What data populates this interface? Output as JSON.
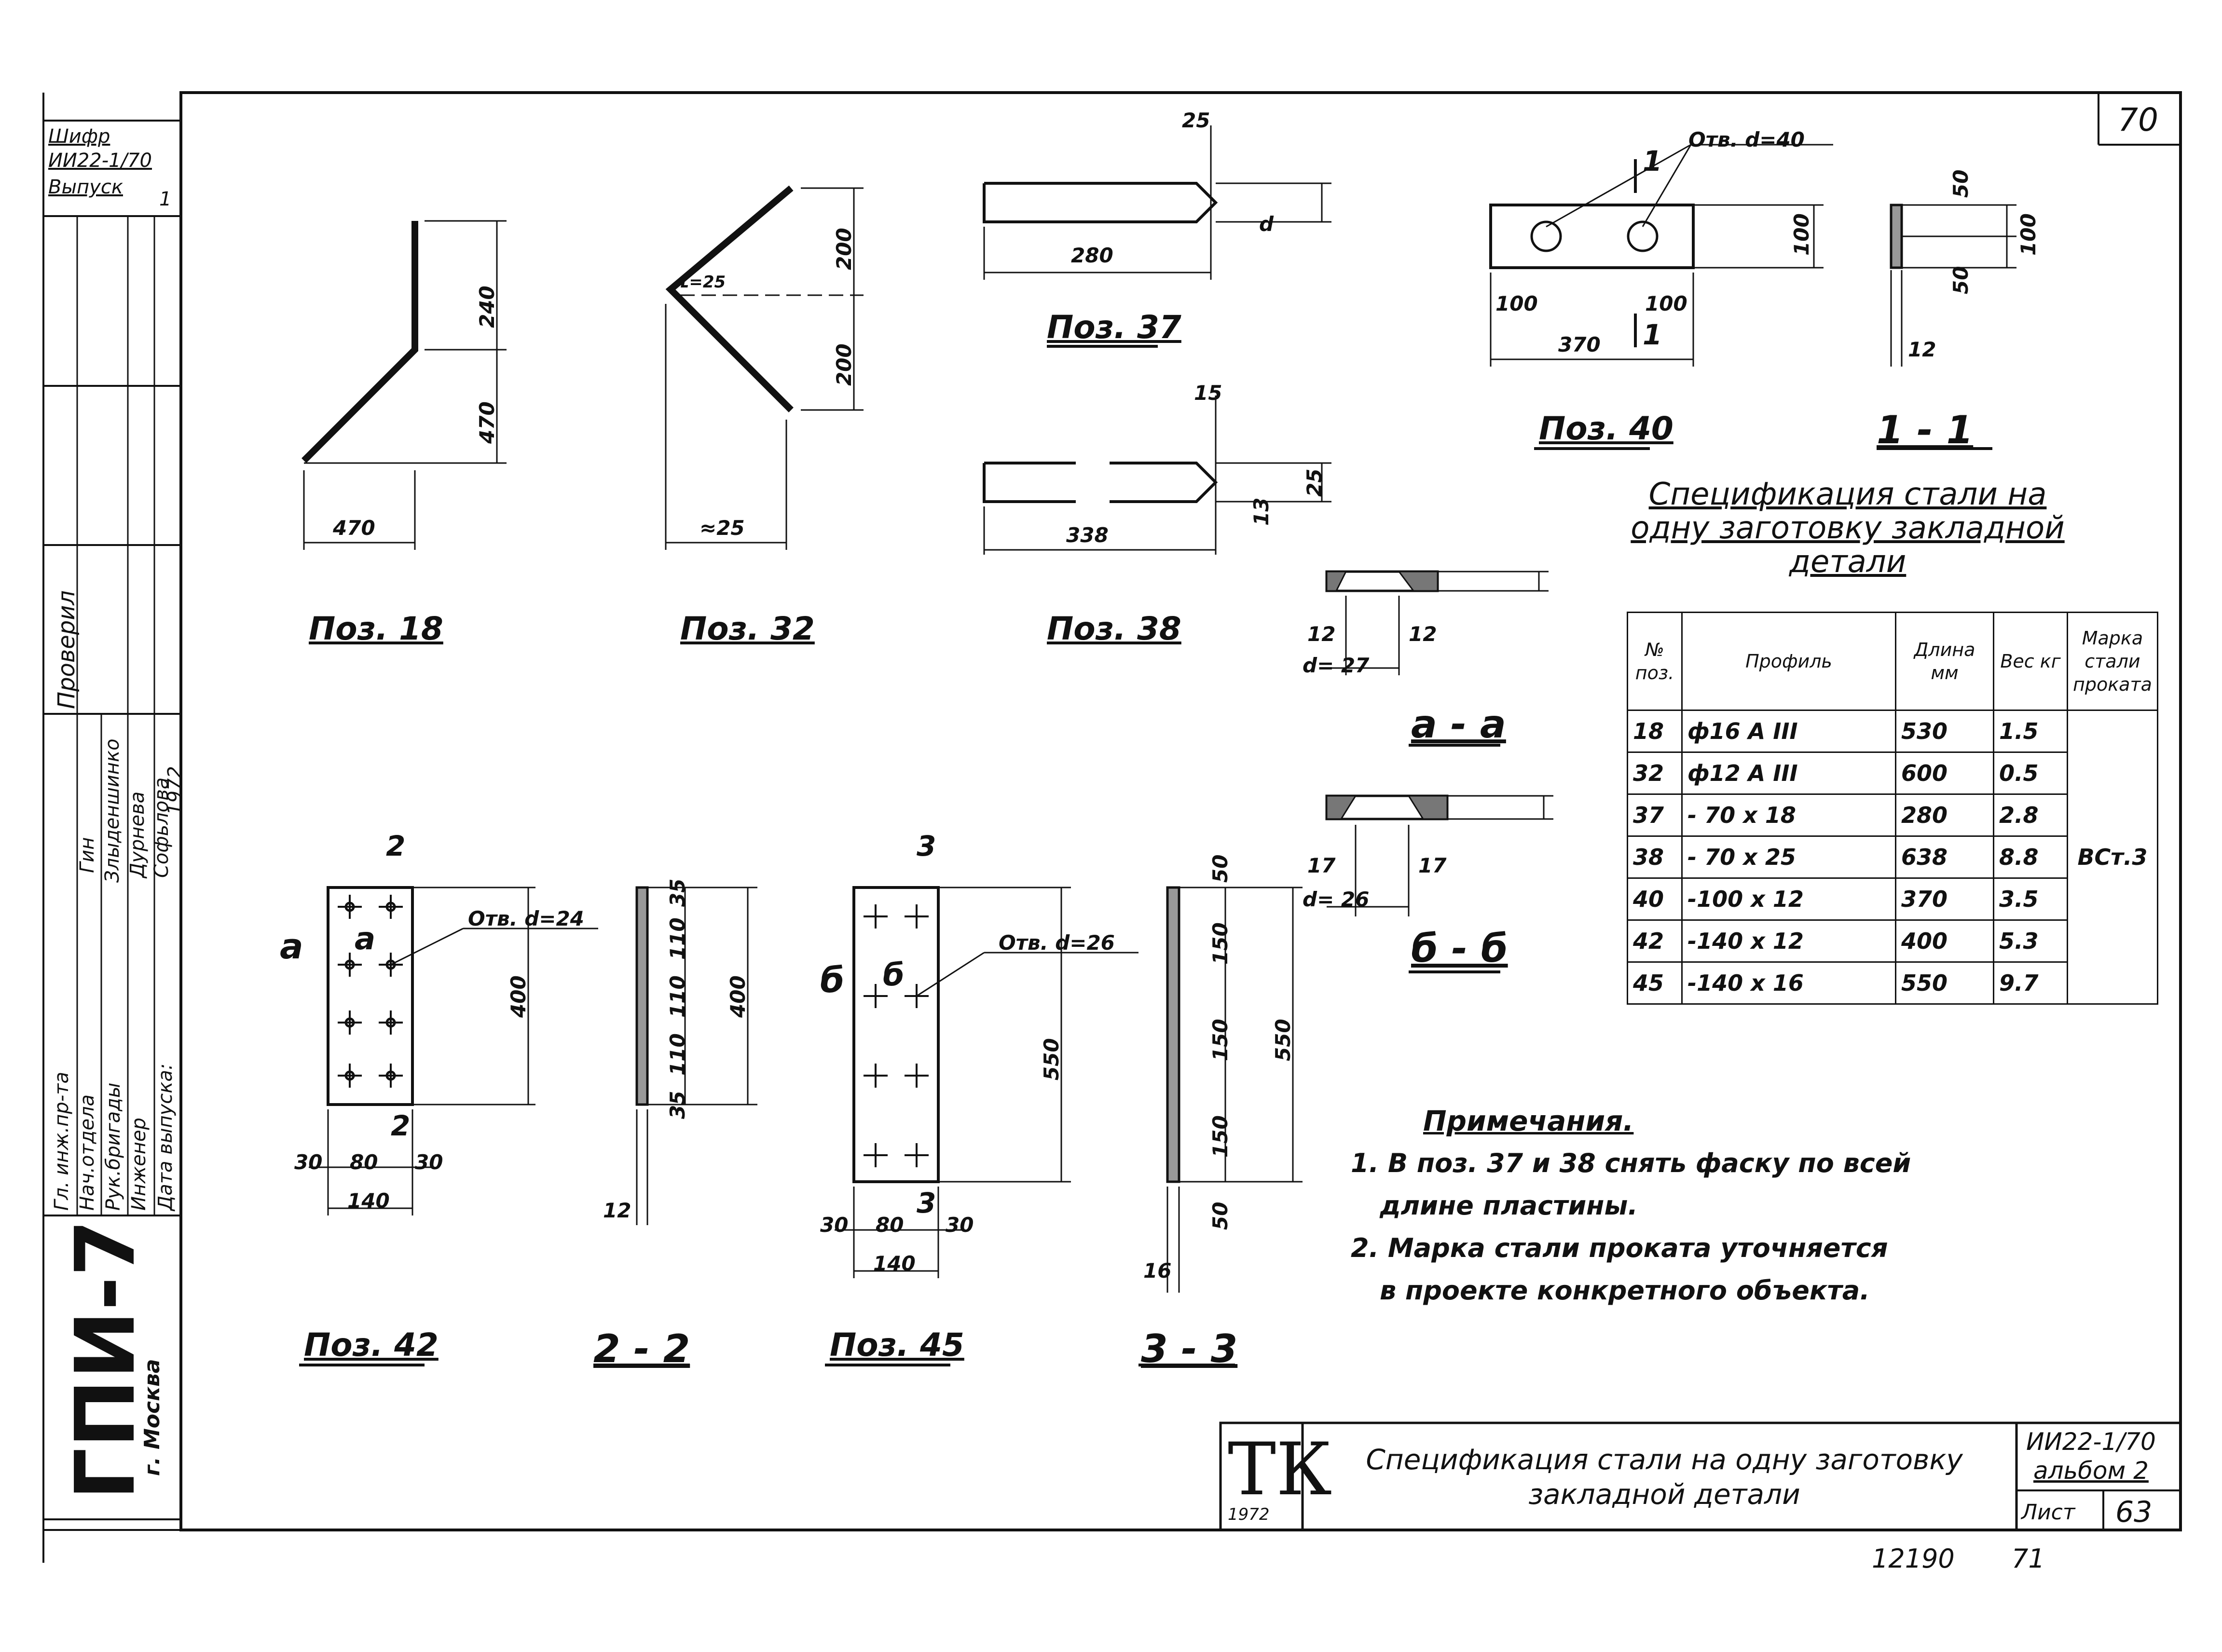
{
  "sheet": {
    "corner_number": "70",
    "footer_left": "12190",
    "footer_right": "71"
  },
  "side_stamp": {
    "cipher_label": "Шифр",
    "cipher": "ИИ22-1/70",
    "issue_label": "Выпуск",
    "issue_no": "1",
    "checked_label": "Проверил",
    "chief_engineer": "Гл. инж.пр-та",
    "dept_head": "Нач.отдела",
    "brigade_head": "Рук.бригады",
    "engineer": "Инженер",
    "release_date": "Дата выпуска:",
    "name_gin": "Гин",
    "name_1": "Злыденшинко",
    "name_2": "Дурнева",
    "name_3": "Софьлова",
    "year": "1972",
    "org": "ГПИ-7",
    "city": "г. Москва"
  },
  "positions": [
    {
      "label": "Поз. 18"
    },
    {
      "label": "Поз. 32"
    },
    {
      "label": "Поз. 37"
    },
    {
      "label": "Поз. 38"
    },
    {
      "label": "Поз. 40"
    },
    {
      "label": "Поз. 42"
    },
    {
      "label": "Поз. 45"
    }
  ],
  "sections": {
    "s11": "1 - 1",
    "sad": "а - а",
    "sbb": "б - б",
    "s22": "2 - 2",
    "s33": "3 - 3"
  },
  "dims": {
    "p18_top": "240",
    "p18_bot": "470",
    "p18_w": "470",
    "p32_top": "200",
    "p32_bot": "200",
    "p32_w": "≈25",
    "p32_ang": "ʟ=25",
    "p37_w": "280",
    "p37_t": "25",
    "p37_h": "d",
    "p38_w": "338",
    "p38_t": "15",
    "p38_h": "25",
    "p38_h2": "13",
    "p40_hole": "Отв. d=40",
    "p40_100a": "100",
    "p40_100b": "100",
    "p40_w": "370",
    "p40_h": "100",
    "p40_cut": "1",
    "s11_50a": "50",
    "s11_50b": "50",
    "s11_100": "100",
    "s11_12": "12",
    "sad_12a": "12",
    "sad_12b": "12",
    "sad_d": "d= 27",
    "sbb_17a": "17",
    "sbb_17b": "17",
    "sbb_d": "d= 26",
    "p42_hole": "Отв. d=24",
    "p42_30a": "30",
    "p42_80": "80",
    "p42_30b": "30",
    "p42_140": "140",
    "p42_400": "400",
    "p42_cut": "2",
    "p42_a": "а",
    "s22_35a": "35",
    "s22_110a": "110",
    "s22_110b": "110",
    "s22_110c": "110",
    "s22_35b": "35",
    "s22_400": "400",
    "s22_12": "12",
    "p45_hole": "Отв. d=26",
    "p45_30a": "30",
    "p45_80": "80",
    "p45_30b": "30",
    "p45_140": "140",
    "p45_550": "550",
    "p45_cut": "3",
    "p45_b": "б",
    "s33_50a": "50",
    "s33_150a": "150",
    "s33_150b": "150",
    "s33_150c": "150",
    "s33_50b": "50",
    "s33_550": "550",
    "s33_16": "16"
  },
  "spec": {
    "title": "Спецификация стали на одну заготовку закладной детали",
    "headers": {
      "no": "№ поз.",
      "profile": "Профиль",
      "length": "Длина мм",
      "weight": "Вес кг",
      "grade": "Марка стали проката"
    },
    "rows": [
      {
        "no": "18",
        "profile": "ф16 А III",
        "length": "530",
        "weight": "1.5"
      },
      {
        "no": "32",
        "profile": "ф12 А III",
        "length": "600",
        "weight": "0.5"
      },
      {
        "no": "37",
        "profile": "- 70 x 18",
        "length": "280",
        "weight": "2.8"
      },
      {
        "no": "38",
        "profile": "- 70 x 25",
        "length": "638",
        "weight": "8.8"
      },
      {
        "no": "40",
        "profile": "-100 x 12",
        "length": "370",
        "weight": "3.5"
      },
      {
        "no": "42",
        "profile": "-140 x 12",
        "length": "400",
        "weight": "5.3"
      },
      {
        "no": "45",
        "profile": "-140 x 16",
        "length": "550",
        "weight": "9.7"
      }
    ],
    "grade_value": "ВСт.3"
  },
  "notes": {
    "title": "Примечания.",
    "line1": "1. В поз. 37 и 38 снять фаску по всей",
    "line2": "длине пластины.",
    "line3": "2. Марка стали проката уточняется",
    "line4": "в проекте конкретного объекта."
  },
  "title_block": {
    "logo": "ТК",
    "logo_year": "1972",
    "title": "Спецификация стали на одну заготовку закладной детали",
    "code": "ИИ22-1/70",
    "album": "альбом 2",
    "sheet_label": "Лист",
    "sheet_no": "63"
  }
}
